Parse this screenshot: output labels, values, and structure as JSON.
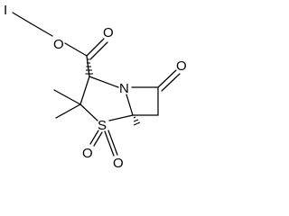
{
  "structure": {
    "type": "chemical-structure",
    "atoms": {
      "iodine": "I",
      "ester_oxygen": "O",
      "carbonyl_oxygen": "O",
      "nitrogen": "N",
      "lactam_oxygen": "O",
      "sulfur": "S",
      "sulfonyl_oxygen_left": "O",
      "sulfonyl_oxygen_right": "O"
    }
  },
  "colors": {
    "line": "#000000",
    "background": "#ffffff"
  }
}
